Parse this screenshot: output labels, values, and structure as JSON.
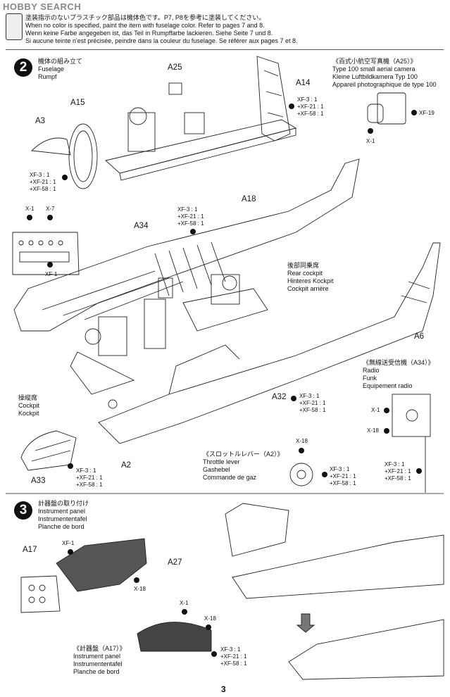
{
  "watermark": "HOBBY SEARCH",
  "notice": {
    "lines": [
      "塗装指示のないプラスチック部品は機体色です。P7, P8を参考に塗装してください。",
      "When no color is specified, paint the item with fuselage color. Refer to pages 7 and 8.",
      "Wenn keine Farbe angegeben ist, das Teil in Rumpffarbe lackieren. Siehe Seite 7 und 8.",
      "Si aucune teinte n'est précisée, peindre dans la couleur du fuselage. Se référer aux pages 7 et 8."
    ]
  },
  "step2": {
    "number": "2",
    "title_jp": "機体の組み立て",
    "title_en": "Fuselage",
    "title_de": "Rumpf"
  },
  "camera": {
    "title_jp": "《百式小航空写真機（A25）》",
    "en": "Type 100 small aerial camera",
    "de": "Kleine Luftbildkamera Typ 100",
    "fr": "Appareil photographique de type 100",
    "xf19": "XF-19",
    "x1": "X-1"
  },
  "parts": {
    "a25": "A25",
    "a14": "A14",
    "a15": "A15",
    "a3": "A3",
    "a18": "A18",
    "a34": "A34",
    "a6": "A6",
    "a32": "A32",
    "a2": "A2",
    "a33": "A33",
    "a17": "A17",
    "a27": "A27"
  },
  "paint_mix": {
    "l1": "XF-3 : 1",
    "l2": "+XF-21 : 1",
    "l3": "+XF-58 : 1"
  },
  "codes": {
    "x1": "X-1",
    "x7": "X-7",
    "xf1": "XF-1",
    "x18": "X-18"
  },
  "rear_cockpit": {
    "jp": "後部同乗席",
    "en": "Rear cockpit",
    "de": "Hinteres Kockpit",
    "fr": "Cockpit arrière"
  },
  "cockpit": {
    "jp": "操縦席",
    "en": "Cockpit",
    "de": "Kockpit"
  },
  "radio": {
    "title_jp": "《無線送受信機（A34）》",
    "en": "Radio",
    "de": "Funk",
    "fr": "Equipement radio"
  },
  "throttle": {
    "title_jp": "《スロットルレバー（A2）》",
    "en": "Throttle lever",
    "de": "Gashebel",
    "fr": "Commande de gaz"
  },
  "step3": {
    "number": "3",
    "title_jp": "計器盤の取り付け",
    "en": "Instrument panel",
    "de": "Instrumententafel",
    "fr": "Planche de bord"
  },
  "panel": {
    "title_jp": "《計器盤（A17）》",
    "en": "Instrument panel",
    "de": "Instrumententafel",
    "fr": "Planche de bord"
  },
  "page_number": "3"
}
